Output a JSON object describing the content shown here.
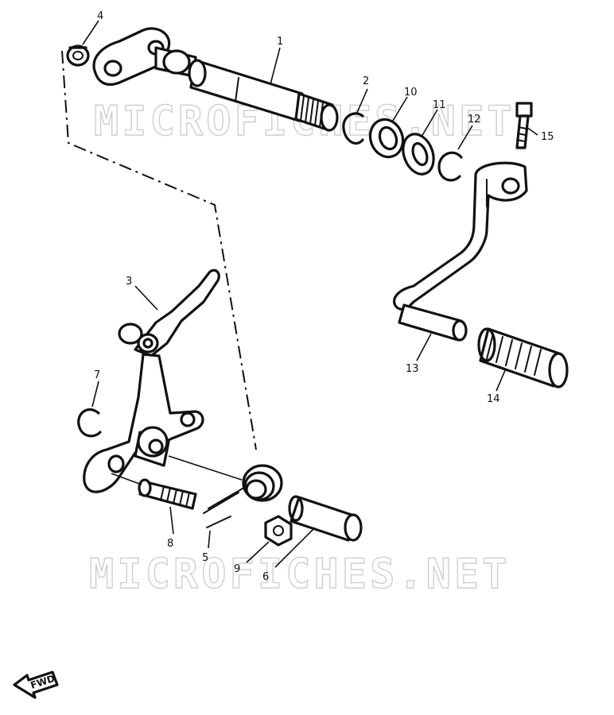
{
  "callouts": {
    "c1": "1",
    "c2": "2",
    "c3": "3",
    "c4": "4",
    "c5": "5",
    "c6": "6",
    "c7": "7",
    "c8": "8",
    "c9": "9",
    "c10": "10",
    "c11": "11",
    "c12": "12",
    "c13": "13",
    "c14": "14",
    "c15": "15"
  },
  "watermark": {
    "top": "MICROFICHES.NET",
    "bottom": "MICROFICHES.NET"
  },
  "direction_badge": "FWD"
}
